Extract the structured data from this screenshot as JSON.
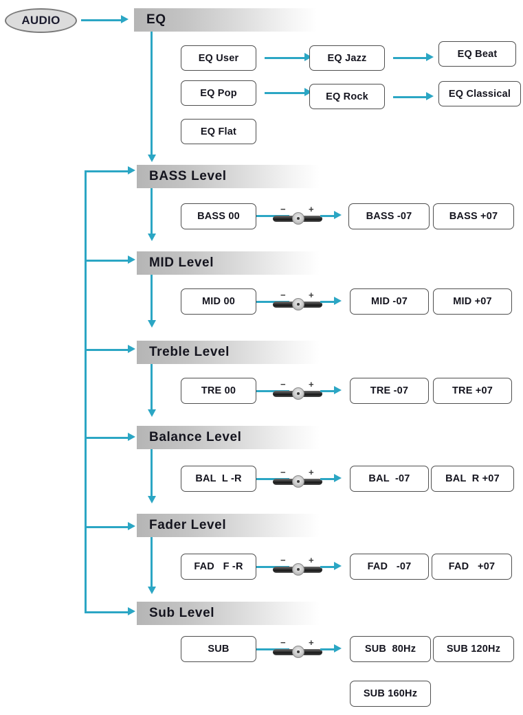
{
  "root": {
    "label": "AUDIO"
  },
  "colors": {
    "connector": "#2ba6c4",
    "header_gradient_start": "#b5b5b5",
    "header_gradient_end": "#ffffff",
    "box_border": "#4d4d4d",
    "text": "#14141e",
    "ellipse_fill": "#dcdcdc",
    "ellipse_border": "#7a7a7a"
  },
  "slider": {
    "minus": "−",
    "plus": "+"
  },
  "sections": [
    {
      "id": "eq",
      "header": "EQ",
      "rows": [
        {
          "boxes": [
            "EQ User",
            "EQ Jazz",
            "EQ Beat"
          ]
        },
        {
          "boxes": [
            "EQ Pop",
            "EQ Rock",
            "EQ Classical"
          ]
        },
        {
          "boxes": [
            "EQ Flat"
          ]
        }
      ]
    },
    {
      "id": "bass",
      "header": "BASS Level",
      "current": "BASS 00",
      "min": "BASS -07",
      "max": "BASS +07"
    },
    {
      "id": "mid",
      "header": "MID Level",
      "current": "MID 00",
      "min": "MID -07",
      "max": "MID +07"
    },
    {
      "id": "treble",
      "header": "Treble Level",
      "current": "TRE 00",
      "min": "TRE -07",
      "max": "TRE +07"
    },
    {
      "id": "balance",
      "header": "Balance  Level",
      "current": "BAL  L -R",
      "min": "BAL  -07",
      "max": "BAL  R +07"
    },
    {
      "id": "fader",
      "header": "Fader  Level",
      "current": "FAD   F -R",
      "min": "FAD   -07",
      "max": "FAD   +07"
    },
    {
      "id": "sub",
      "header": "Sub  Level",
      "current": "SUB",
      "min": "SUB  80Hz",
      "max": "SUB 120Hz",
      "extra": "SUB 160Hz"
    }
  ]
}
